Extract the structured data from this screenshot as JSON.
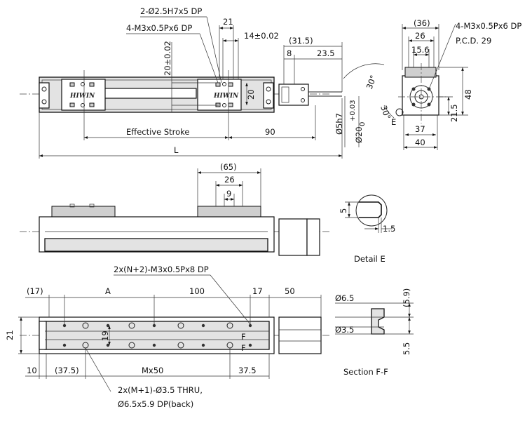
{
  "top_view": {
    "callout_holes": "2-Ø2.5H7x5 DP",
    "callout_taps": "4-M3x0.5Px6 DP",
    "dim_21": "21",
    "dim_14": "14±0.02",
    "dim_31_5": "(31.5)",
    "dim_8": "8",
    "dim_23_5": "23.5",
    "dim_20_002": "20±0.02",
    "dim_20": "20",
    "dim_30_upper": "30°",
    "dim_30_lower": "30°",
    "label_effective_stroke": "Effective Stroke",
    "dim_90": "90",
    "label_L": "L",
    "dim_shaft_h7": "Ø5h7",
    "dim_shaft_20": "Ø20",
    "tol_upper": "+0.03",
    "tol_lower": "0",
    "logo": "HIWIN"
  },
  "end_view": {
    "dim_36": "(36)",
    "dim_26": "26",
    "dim_15_6": "15.6",
    "callout_taps": "4-M3x0.5Px6 DP",
    "callout_pcd": "P.C.D. 29",
    "dim_48": "48",
    "dim_21_5": "21.5",
    "dim_37": "37",
    "dim_40": "40",
    "label_E": "E"
  },
  "side_view": {
    "dim_65": "(65)",
    "dim_26": "26",
    "dim_9": "9"
  },
  "detail_e": {
    "dim_5": "5",
    "dim_1_5": "1.5",
    "title": "Detail E"
  },
  "bottom_view": {
    "callout_top": "2x(N+2)-M3x0.5Px8 DP",
    "dim_17_left": "(17)",
    "label_A": "A",
    "dim_100": "100",
    "dim_17_right": "17",
    "dim_50": "50",
    "dim_21": "21",
    "dim_19": "19",
    "label_F_upper": "F",
    "label_F_lower": "F",
    "dim_10": "10",
    "dim_37_5_left": "(37.5)",
    "label_Mx50": "Mx50",
    "dim_37_5_right": "37.5",
    "callout_bottom_1": "2x(M+1)-Ø3.5 THRU,",
    "callout_bottom_2": "Ø6.5x5.9 DP(back)"
  },
  "section_ff": {
    "dim_6_5": "Ø6.5",
    "dim_3_5": "Ø3.5",
    "dim_5_9": "(5.9)",
    "dim_5_5": "5.5",
    "title": "Section F-F"
  }
}
